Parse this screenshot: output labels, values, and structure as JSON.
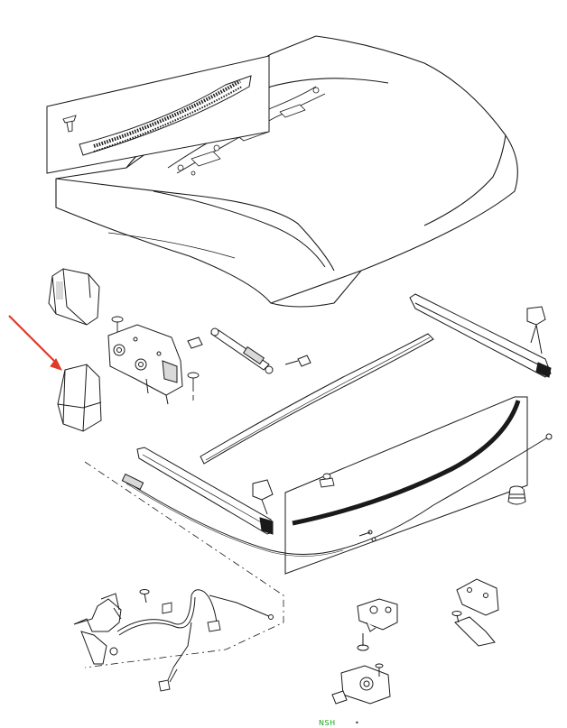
{
  "diagram": {
    "type": "exploded-parts-illustration",
    "subject": "bonnet-hood-assembly",
    "colors": {
      "line": "#1a1a1a",
      "fill": "#ffffff",
      "shade": "#d9d9d9",
      "pointer_arrow": "#e03a2a",
      "footer_code": "#1aa01a"
    },
    "footer": {
      "code": "NSH",
      "mark": "•"
    }
  }
}
